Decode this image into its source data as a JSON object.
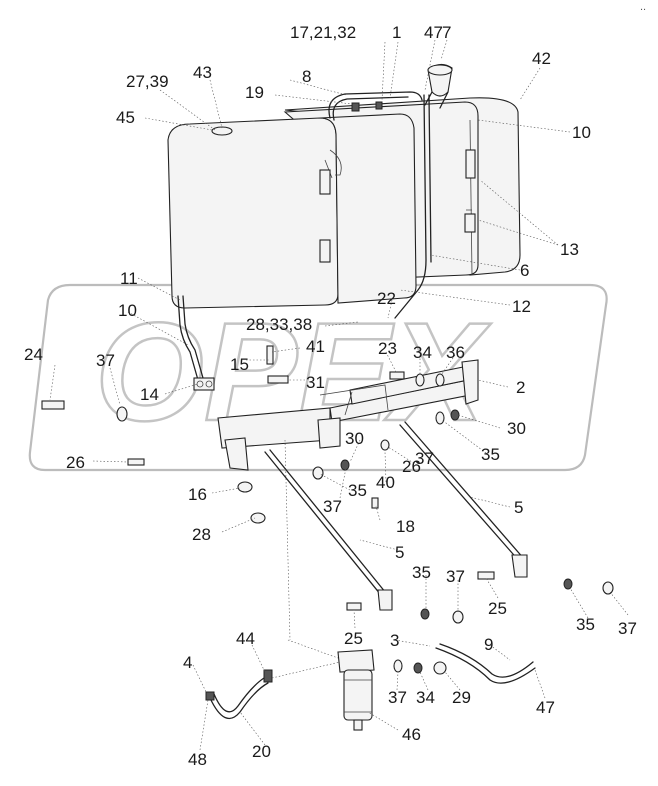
{
  "watermark": {
    "text": "OPEX"
  },
  "corner_mark": "..",
  "callouts": [
    {
      "id": "c-17-21-32",
      "text": "17,21,32"
    },
    {
      "id": "c-1",
      "text": "1"
    },
    {
      "id": "c-47-top",
      "text": "47"
    },
    {
      "id": "c-7",
      "text": "7"
    },
    {
      "id": "c-42",
      "text": "42"
    },
    {
      "id": "c-43",
      "text": "43"
    },
    {
      "id": "c-27-39",
      "text": "27,39"
    },
    {
      "id": "c-8",
      "text": "8"
    },
    {
      "id": "c-19",
      "text": "19"
    },
    {
      "id": "c-45",
      "text": "45"
    },
    {
      "id": "c-10-right",
      "text": "10"
    },
    {
      "id": "c-13",
      "text": "13"
    },
    {
      "id": "c-6",
      "text": "6"
    },
    {
      "id": "c-11",
      "text": "11"
    },
    {
      "id": "c-22",
      "text": "22"
    },
    {
      "id": "c-12",
      "text": "12"
    },
    {
      "id": "c-10-left",
      "text": "10"
    },
    {
      "id": "c-28-33-38",
      "text": "28,33,38"
    },
    {
      "id": "c-41",
      "text": "41"
    },
    {
      "id": "c-23",
      "text": "23"
    },
    {
      "id": "c-34-top",
      "text": "34"
    },
    {
      "id": "c-36",
      "text": "36"
    },
    {
      "id": "c-24",
      "text": "24"
    },
    {
      "id": "c-37-left",
      "text": "37"
    },
    {
      "id": "c-15",
      "text": "15"
    },
    {
      "id": "c-14",
      "text": "14"
    },
    {
      "id": "c-31",
      "text": "31"
    },
    {
      "id": "c-2",
      "text": "2"
    },
    {
      "id": "c-30-right",
      "text": "30"
    },
    {
      "id": "c-30-mid",
      "text": "30"
    },
    {
      "id": "c-35-right",
      "text": "35"
    },
    {
      "id": "c-37-mid",
      "text": "37"
    },
    {
      "id": "c-26-left",
      "text": "26"
    },
    {
      "id": "c-26-mid",
      "text": "26"
    },
    {
      "id": "c-40",
      "text": "40"
    },
    {
      "id": "c-35-mid",
      "text": "35"
    },
    {
      "id": "c-37-center",
      "text": "37"
    },
    {
      "id": "c-16",
      "text": "16"
    },
    {
      "id": "c-18",
      "text": "18"
    },
    {
      "id": "c-5-right",
      "text": "5"
    },
    {
      "id": "c-28",
      "text": "28"
    },
    {
      "id": "c-5-mid",
      "text": "5"
    },
    {
      "id": "c-35-low",
      "text": "35"
    },
    {
      "id": "c-37-low",
      "text": "37"
    },
    {
      "id": "c-25-right",
      "text": "25"
    },
    {
      "id": "c-35-far",
      "text": "35"
    },
    {
      "id": "c-37-far",
      "text": "37"
    },
    {
      "id": "c-25-left",
      "text": "25"
    },
    {
      "id": "c-44",
      "text": "44"
    },
    {
      "id": "c-3",
      "text": "3"
    },
    {
      "id": "c-9",
      "text": "9"
    },
    {
      "id": "c-4",
      "text": "4"
    },
    {
      "id": "c-37-bottom",
      "text": "37"
    },
    {
      "id": "c-34-bottom",
      "text": "34"
    },
    {
      "id": "c-29",
      "text": "29"
    },
    {
      "id": "c-47-bottom",
      "text": "47"
    },
    {
      "id": "c-46",
      "text": "46"
    },
    {
      "id": "c-48",
      "text": "48"
    },
    {
      "id": "c-20",
      "text": "20"
    }
  ]
}
